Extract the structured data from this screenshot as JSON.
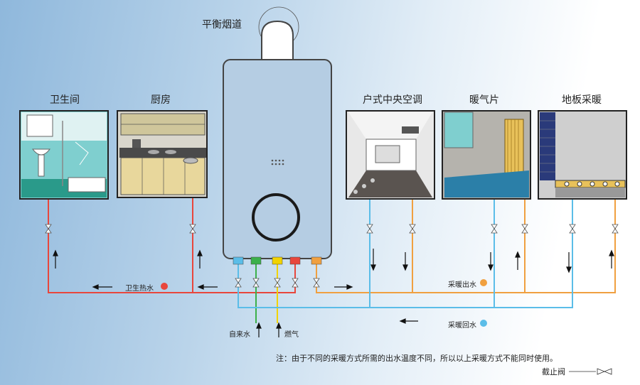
{
  "colors": {
    "hot": "#e8463c",
    "cold": "#3aa0e0",
    "supply": "#f0a040",
    "return": "#5bbde8",
    "gas": "#f2d300",
    "mains": "#3cb04a"
  },
  "labels": {
    "flue": "平衡烟道",
    "bathroom": "卫生间",
    "kitchen": "厨房",
    "central_ac": "户式中央空调",
    "radiator": "暖气片",
    "floor_heating": "地板采暖",
    "hot_water": "卫生热水",
    "tap_water": "自来水",
    "gas": "燃气",
    "heating_supply": "采暖出水",
    "heating_return": "采暖回水",
    "footnote": "注：由于不同的采暖方式所需的出水温度不同，所以以上采暖方式不能同时使用。",
    "valve_legend": "截止阀"
  }
}
